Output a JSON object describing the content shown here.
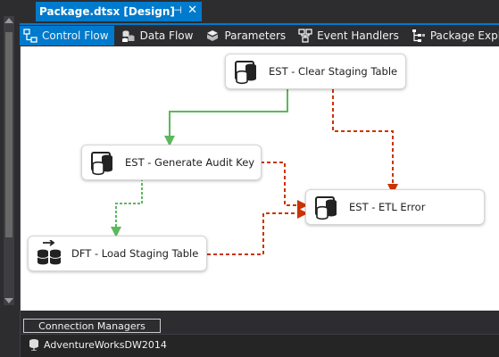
{
  "document_tab": {
    "title": "Package.dtsx [Design]",
    "pin_icon": "pin-icon",
    "close_icon": "close-icon"
  },
  "designer_tabs": [
    {
      "label": "Control Flow",
      "icon": "control-flow-icon",
      "active": true
    },
    {
      "label": "Data Flow",
      "icon": "data-flow-icon",
      "active": false
    },
    {
      "label": "Parameters",
      "icon": "parameters-icon",
      "active": false
    },
    {
      "label": "Event Handlers",
      "icon": "event-handlers-icon",
      "active": false
    },
    {
      "label": "Package Explorer",
      "icon": "package-explorer-icon",
      "active": false
    }
  ],
  "tasks": {
    "clear_staging": {
      "label": "EST - Clear Staging Table",
      "icon": "execute-sql-task-icon"
    },
    "audit_key": {
      "label": "EST - Generate Audit Key",
      "icon": "execute-sql-task-icon"
    },
    "etl_error": {
      "label": "EST - ETL Error",
      "icon": "execute-sql-task-icon"
    },
    "load_staging": {
      "label": "DFT - Load Staging Table",
      "icon": "data-flow-task-icon"
    }
  },
  "connection_managers": {
    "title": "Connection Managers",
    "items": [
      {
        "label": "AdventureWorksDW2014",
        "icon": "database-connection-icon"
      }
    ]
  },
  "colors": {
    "accent": "#007acc",
    "success_constraint": "#5cb85c",
    "failure_constraint": "#cc3300",
    "canvas": "#ffffff"
  }
}
